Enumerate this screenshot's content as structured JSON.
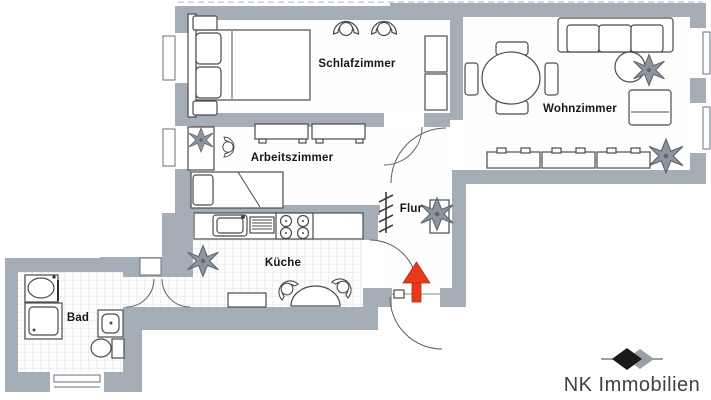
{
  "floorplan": {
    "rooms": [
      {
        "id": "schlafzimmer",
        "label": "Schlafzimmer"
      },
      {
        "id": "wohnzimmer",
        "label": "Wohnzimmer"
      },
      {
        "id": "arbeitszimmer",
        "label": "Arbeitszimmer"
      },
      {
        "id": "flur",
        "label": "Flur"
      },
      {
        "id": "kueche",
        "label": "Küche"
      },
      {
        "id": "bad",
        "label": "Bad"
      }
    ],
    "entrance": {
      "marker": "red-arrow",
      "direction": "up"
    },
    "colors": {
      "wall": "#a5aeb6",
      "furniture_outline": "#4b4b4b",
      "arrow": "#e8391c",
      "tile_line": "#e3e3e3",
      "floor": "#ffffff"
    }
  },
  "branding": {
    "company": "NK Immobilien",
    "logo": "diamond-icon",
    "text_color": "#414141"
  }
}
